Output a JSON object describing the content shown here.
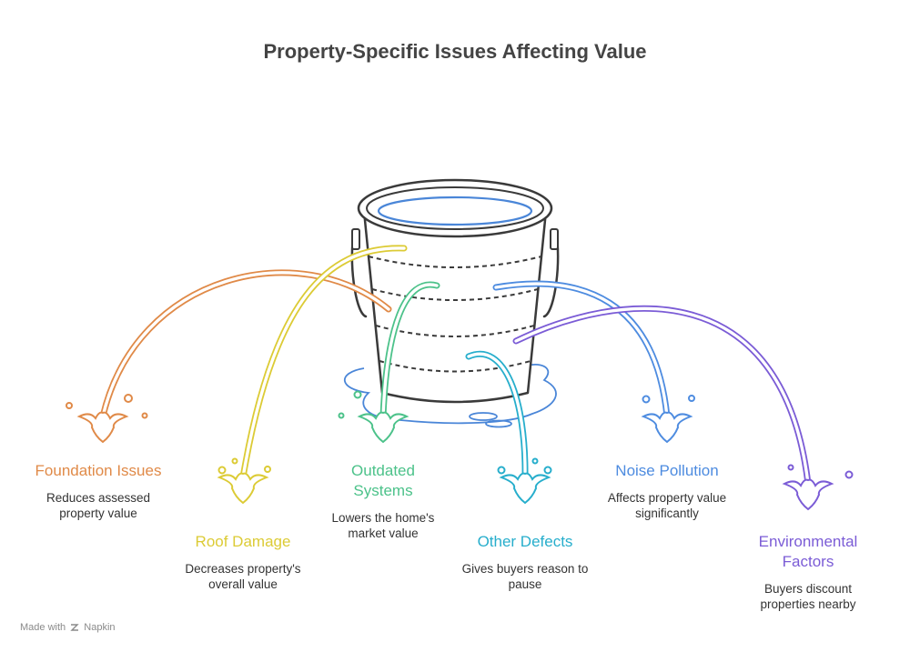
{
  "title": "Property-Specific Issues Affecting Value",
  "issues": [
    {
      "label": "Foundation Issues",
      "description": "Reduces assessed property value",
      "color": "#E08A48"
    },
    {
      "label": "Roof Damage",
      "description": "Decreases property's overall value",
      "color": "#DCCB35"
    },
    {
      "label": "Outdated Systems",
      "description": "Lowers the home's market value",
      "color": "#4CC28A"
    },
    {
      "label": "Other Defects",
      "description": "Gives buyers reason to pause",
      "color": "#27AECC"
    },
    {
      "label": "Noise Pollution",
      "description": "Affects property value significantly",
      "color": "#4E8CE0"
    },
    {
      "label": "Environmental Factors",
      "description": "Buyers discount properties nearby",
      "color": "#7B5CD6"
    }
  ],
  "footer": {
    "prefix": "Made with",
    "brand": "Napkin"
  }
}
